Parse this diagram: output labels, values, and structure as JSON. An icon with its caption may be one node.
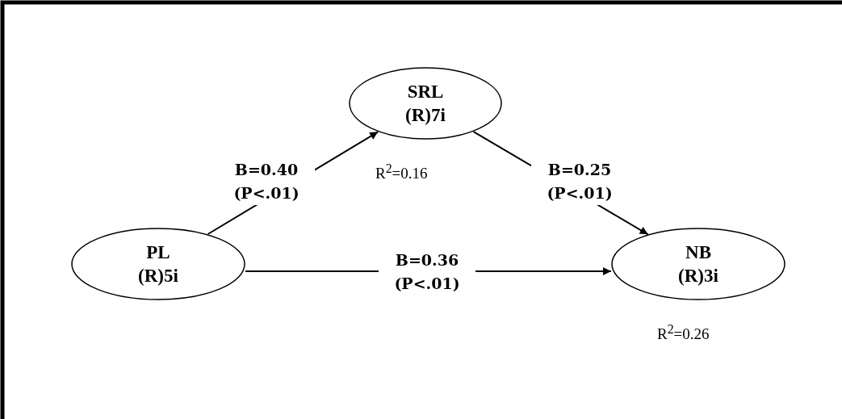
{
  "diagram": {
    "nodes": [
      {
        "text": [
          "SRL",
          "(R)7i"
        ],
        "beside": [
          "R$^{2}$=0.16"
        ]
      },
      {
        "text": [
          "PL",
          "(R)5i"
        ]
      },
      {
        "text": [
          "NB",
          "(R)3i"
        ],
        "beside": [
          "R$^{2}$=0.26"
        ]
      }
    ],
    "edges": [
      {
        "from": 1,
        "to": 0,
        "arrow": "to",
        "label": "B=0.40 (P<.01)"
      },
      {
        "from": 0,
        "to": 2,
        "arrow": "to",
        "label": "B=0.25 (P<.01)"
      },
      {
        "from": 1,
        "to": 2,
        "arrow": "to",
        "label": "B=0.36 (P<.01)"
      }
    ]
  }
}
